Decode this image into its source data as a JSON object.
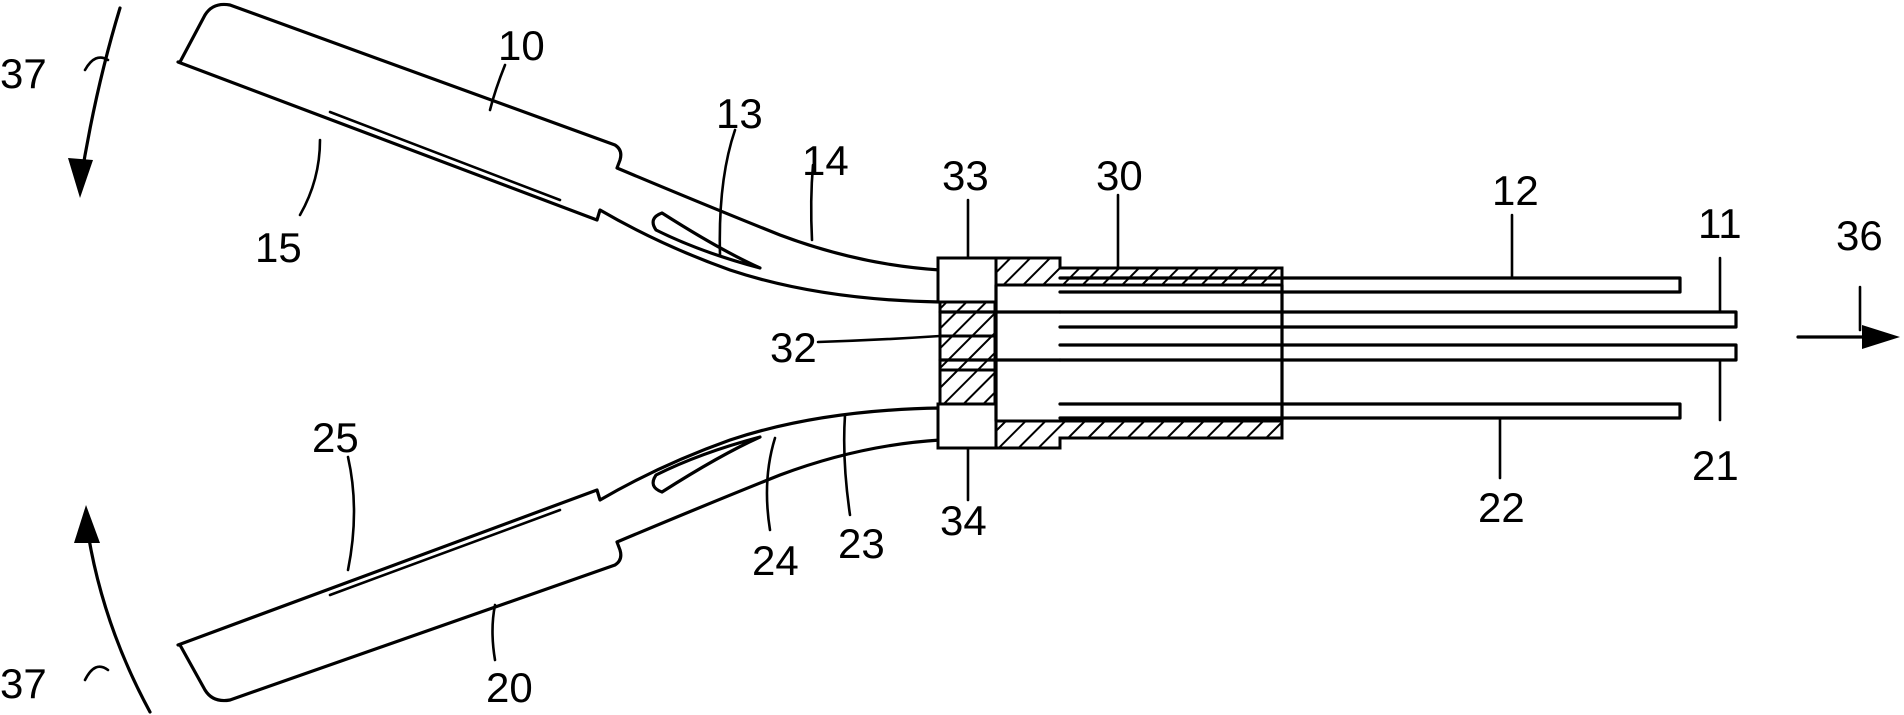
{
  "figure": {
    "reference_numerals": {
      "upper_handle": "10",
      "upper_tip": "11",
      "upper_shaft": "12",
      "upper_slot": "13",
      "upper_bend": "14",
      "upper_handle_edge": "15",
      "lower_handle": "20",
      "lower_tip": "21",
      "lower_shaft": "22",
      "lower_slot": "23",
      "lower_bend": "24",
      "lower_handle_edge": "25",
      "sleeve": "30",
      "center_block": "32",
      "upper_block": "33",
      "lower_block": "34",
      "pull_direction": "36",
      "rotation_direction_top": "37",
      "rotation_direction_bottom": "37"
    }
  }
}
